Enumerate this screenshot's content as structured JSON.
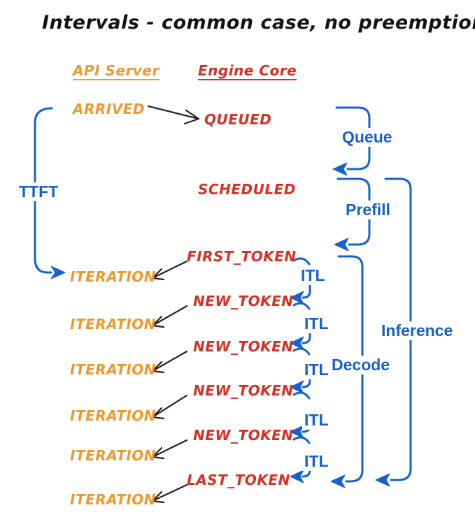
{
  "title": "Intervals - common case, no preemptions",
  "columns": {
    "api_server_header": "API Server",
    "engine_core_header": "Engine Core"
  },
  "api_events": {
    "arrived": "ARRIVED",
    "iteration": "ITERATION"
  },
  "engine_events": {
    "queued": "QUEUED",
    "scheduled": "SCHEDULED",
    "first_token": "FIRST_TOKEN",
    "new_token": "NEW_TOKEN",
    "last_token": "LAST_TOKEN"
  },
  "intervals": {
    "ttft": "TTFT",
    "queue": "Queue",
    "prefill": "Prefill",
    "itl": "ITL",
    "decode": "Decode",
    "inference": "Inference"
  },
  "counts": {
    "iteration_rows": 6,
    "new_token_rows": 4,
    "itl_brackets": 5
  },
  "colors": {
    "api_server_text": "#F0982F",
    "engine_core_text": "#D93025",
    "interval_blue": "#1660D0",
    "arrow_black": "#222222",
    "title_text": "#141414",
    "background": "#FFFFFF"
  }
}
